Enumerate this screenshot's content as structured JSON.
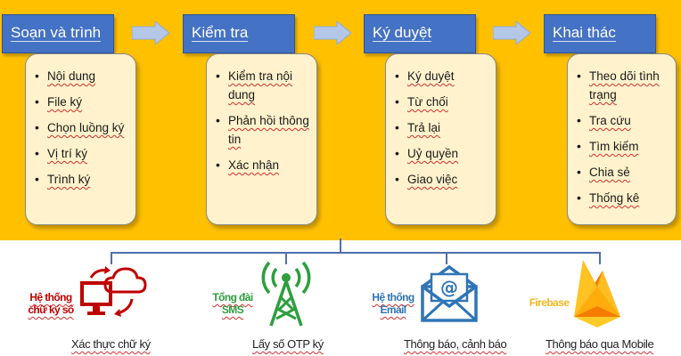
{
  "steps": [
    {
      "title": "Soạn và trình",
      "items": [
        "Nội dung",
        "File ký",
        "Chọn luồng ký",
        "Vị trí ký",
        "Trình ký"
      ]
    },
    {
      "title": "Kiểm tra",
      "items": [
        "Kiểm tra nội dung",
        "Phản hồi thông tin",
        "Xác nhận"
      ]
    },
    {
      "title": "Ký duyệt",
      "items": [
        "Ký duyệt",
        "Từ chối",
        "Trả lại",
        "Uỷ quyền",
        "Giao việc"
      ]
    },
    {
      "title": "Khai thác",
      "items": [
        "Theo dõi tình trạng",
        "Tra cứu",
        "Tìm kiếm",
        "Chia sẻ",
        "Thống kê"
      ]
    }
  ],
  "services": [
    {
      "label": "Hệ thống chữ ký số",
      "caption": "Xác thực chữ ký",
      "color": "#C00000",
      "icon": "computer-cloud-sync-icon"
    },
    {
      "label": "Tổng đài SMS",
      "caption": "Lấy số OTP ký",
      "color": "#2E9E3E",
      "icon": "signal-tower-icon"
    },
    {
      "label": "Hệ thống Email",
      "caption": "Thông báo, cảnh báo",
      "color": "#2E75B6",
      "icon": "email-envelope-icon"
    },
    {
      "label": "Firebase",
      "caption": "Thông báo qua Mobile",
      "color": "#F5B820",
      "icon": "firebase-flame-icon"
    }
  ],
  "colors": {
    "band": "#FFC000",
    "header": "#4472C4",
    "card": "#FFF2CC",
    "arrow": "#B4C7E7",
    "connector": "#4F6FAF"
  }
}
